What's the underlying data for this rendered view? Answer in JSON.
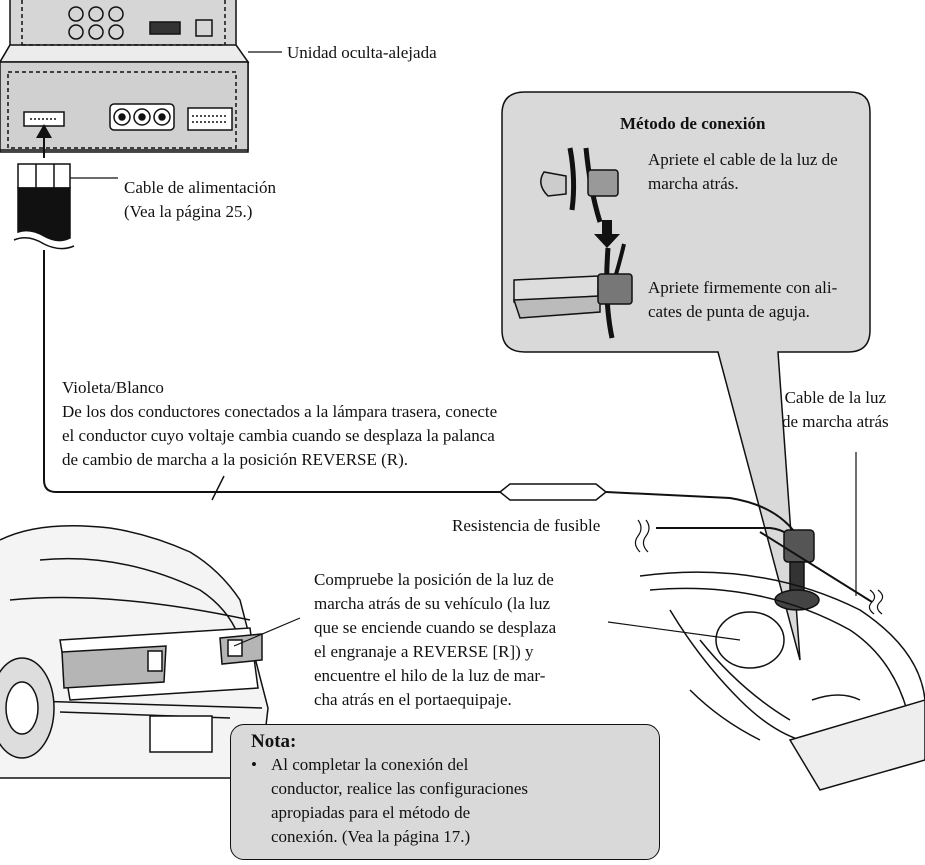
{
  "labels": {
    "hidden_unit": "Unidad oculta-alejada",
    "power_cable": [
      "Cable de alimentación",
      "(Vea la página 25.)"
    ],
    "wire_color": "Violeta/Blanco",
    "wire_instructions": [
      "De los dos conductores conectados a la lámpara trasera, conecte",
      "el conductor cuyo voltaje cambia cuando se desplaza la palanca",
      "de cambio de marcha a la posición REVERSE (R)."
    ],
    "reverse_light_cable": [
      "Cable de la luz",
      "de marcha atrás"
    ],
    "fuse_resistor": "Resistencia de fusible",
    "check_position": [
      "Compruebe la posición de la luz de",
      "marcha atrás de su vehículo (la luz",
      "que se enciende cuando se desplaza",
      "el engranaje a REVERSE [R]) y",
      "encuentre el hilo de la luz de mar-",
      "cha atrás en el portaequipaje."
    ]
  },
  "callout": {
    "title": "Método de conexión",
    "step1": [
      "Apriete el cable de la luz de",
      "marcha atrás."
    ],
    "step2": [
      "Apriete firmemente con ali-",
      "cates de punta de aguja."
    ]
  },
  "note": {
    "title": "Nota:",
    "bullet": "•",
    "lines": [
      "Al completar la conexión del",
      "conductor, realice las configuraciones",
      "apropiadas para el método de",
      "conexión. (Vea la página 17.)"
    ]
  },
  "icons": {
    "arrow_down": "down-arrow-icon",
    "arrow_up": "up-arrow-icon"
  }
}
